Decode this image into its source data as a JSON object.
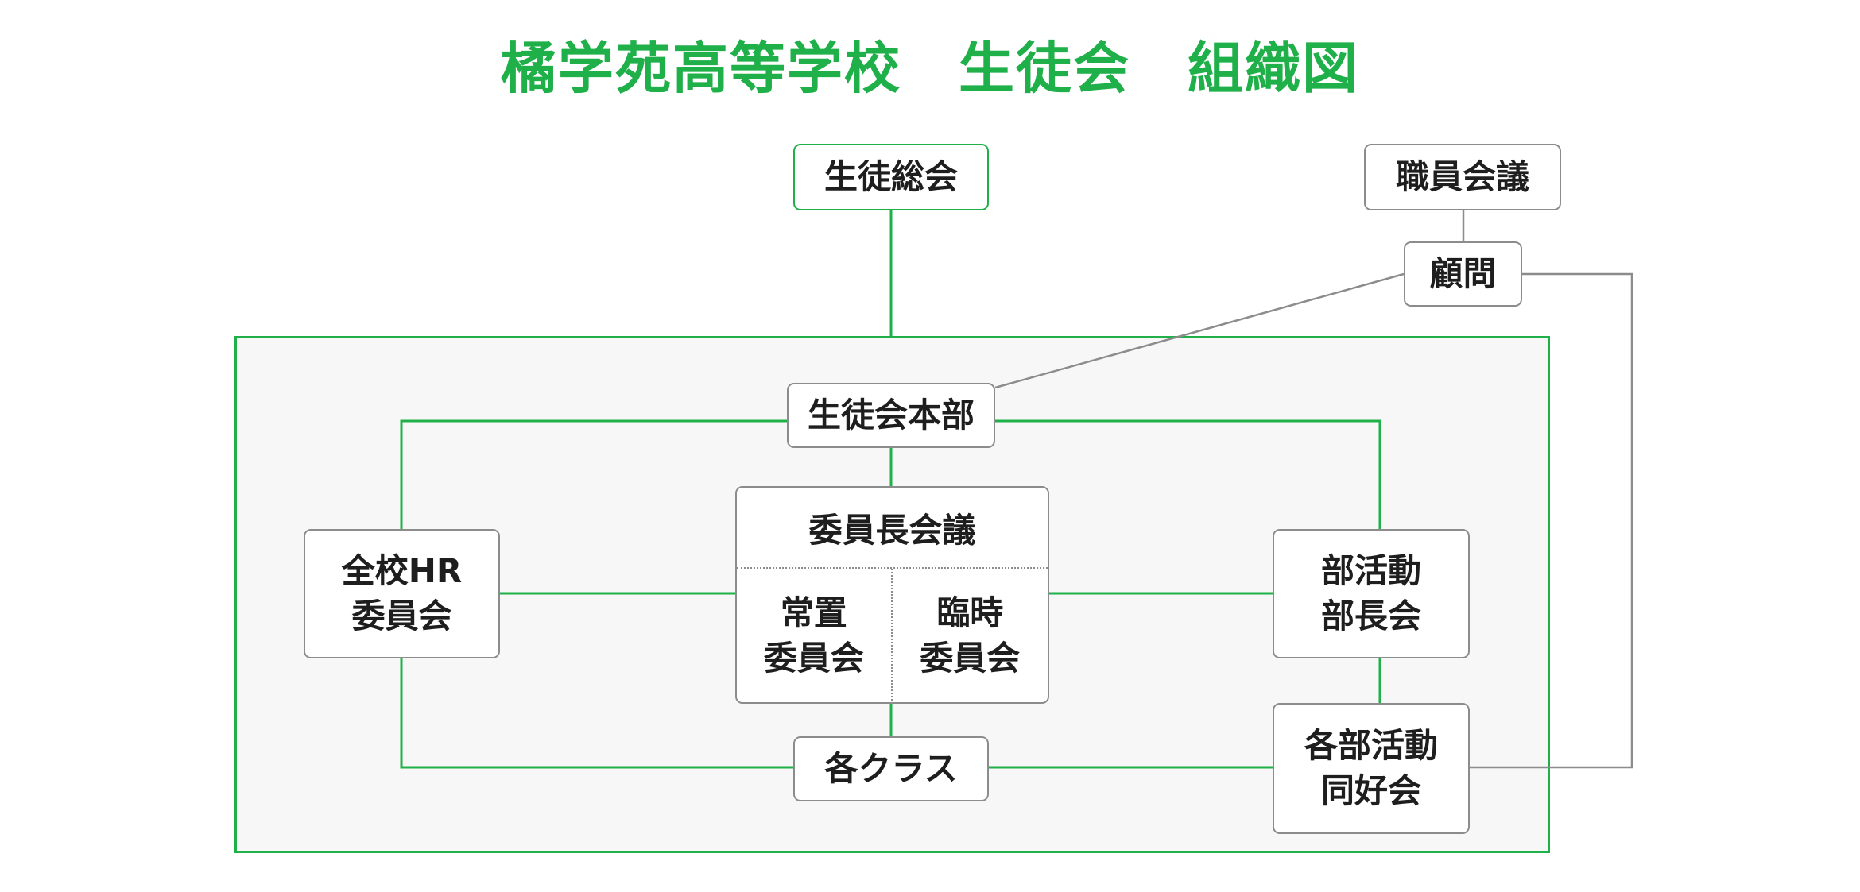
{
  "title": "橘学苑高等学校　生徒会　組織図",
  "nodes": {
    "general_assembly": "生徒総会",
    "staff_meeting": "職員会議",
    "advisor": "顧問",
    "headquarters": "生徒会本部",
    "chairs_council": "委員長会議",
    "standing_committee": [
      "常置",
      "委員会"
    ],
    "temporary_committee": [
      "臨時",
      "委員会"
    ],
    "hr_committee": [
      "全校HR",
      "委員会"
    ],
    "club_leaders": [
      "部活動",
      "部長会"
    ],
    "classes": "各クラス",
    "clubs": [
      "各部活動",
      "同好会"
    ]
  },
  "colors": {
    "accent": "#1fb04a",
    "gray_line": "#8c8c8c",
    "region_bg": "#f7f7f7"
  }
}
